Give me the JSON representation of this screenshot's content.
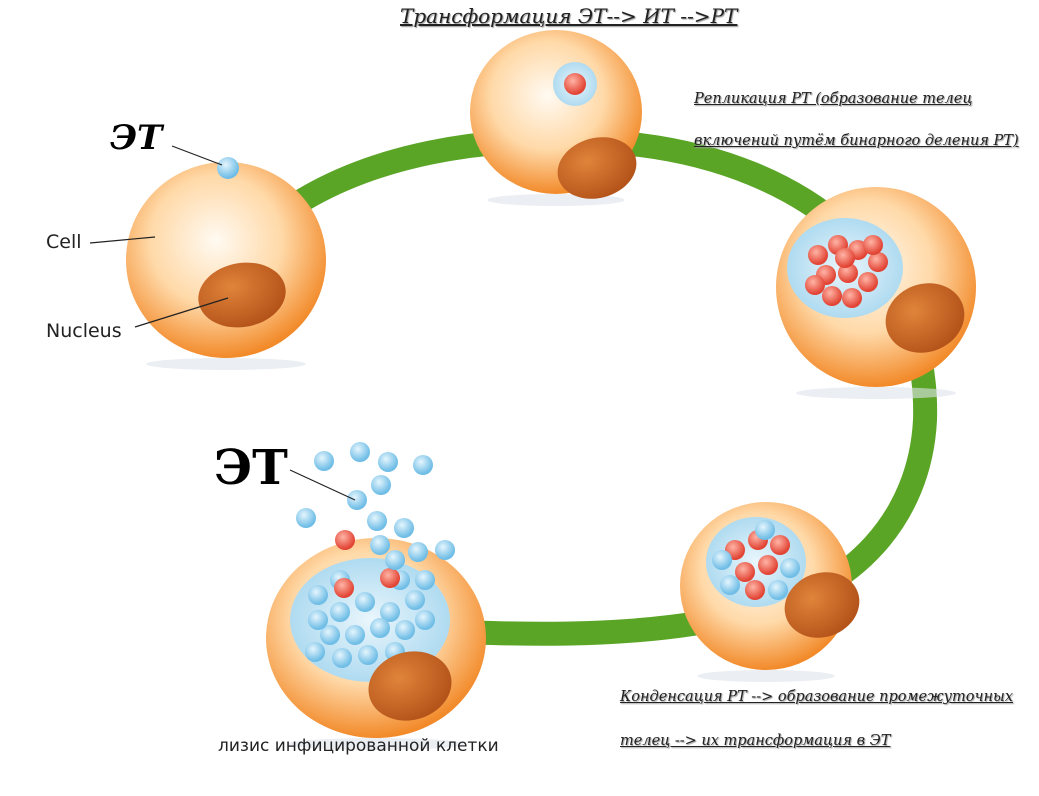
{
  "title": "Трансформация ЭТ--> ИТ -->РТ",
  "labels": {
    "et_top": "ЭТ",
    "cell": "Cell",
    "nucleus": "Nucleus",
    "et_bottom": "ЭТ",
    "lysis": "лизис инфицированной клетки",
    "replication_line1": "Репликация РТ (образование телец",
    "replication_line2": "включений путём бинарного деления РТ)",
    "condensation_line1": "Конденсация РТ --> образование промежуточных",
    "condensation_line2": "телец --> их трансформация в ЭТ"
  },
  "colors": {
    "cell": "#f7a04a",
    "nucleus": "#c9621c",
    "ring": "#5aa526",
    "et": "#8fd0f0",
    "rt": "#ee5a4a"
  }
}
